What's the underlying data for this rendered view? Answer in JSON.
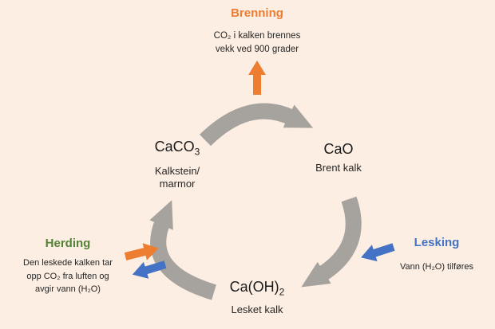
{
  "diagram": {
    "title_semantic": "Kalksyklus / lime cycle diagram",
    "background": "#fdeee3",
    "colors": {
      "orange": "#ed7d31",
      "blue": "#4472c4",
      "green": "#538135",
      "gray_arrow": "#a6a29e"
    },
    "processes": {
      "brenning": {
        "title": "Brenning",
        "desc_line1": "CO₂ i kalken brennes",
        "desc_line2": "vekk ved 900 grader"
      },
      "lesking": {
        "title": "Lesking",
        "desc": "Vann (H₂O) tilføres"
      },
      "herding": {
        "title": "Herding",
        "desc_line1": "Den leskede kalken tar",
        "desc_line2": "opp CO₂ fra luften og",
        "desc_line3": "avgir vann (H₂O)"
      }
    },
    "compounds": {
      "caco3": {
        "formula": "CaCO",
        "subscript": "3",
        "name_line1": "Kalkstein/",
        "name_line2": "marmor"
      },
      "cao": {
        "formula": "CaO",
        "name": "Brent kalk"
      },
      "caoh2": {
        "formula": "Ca(OH)",
        "subscript": "2",
        "name": "Lesket kalk"
      }
    }
  }
}
